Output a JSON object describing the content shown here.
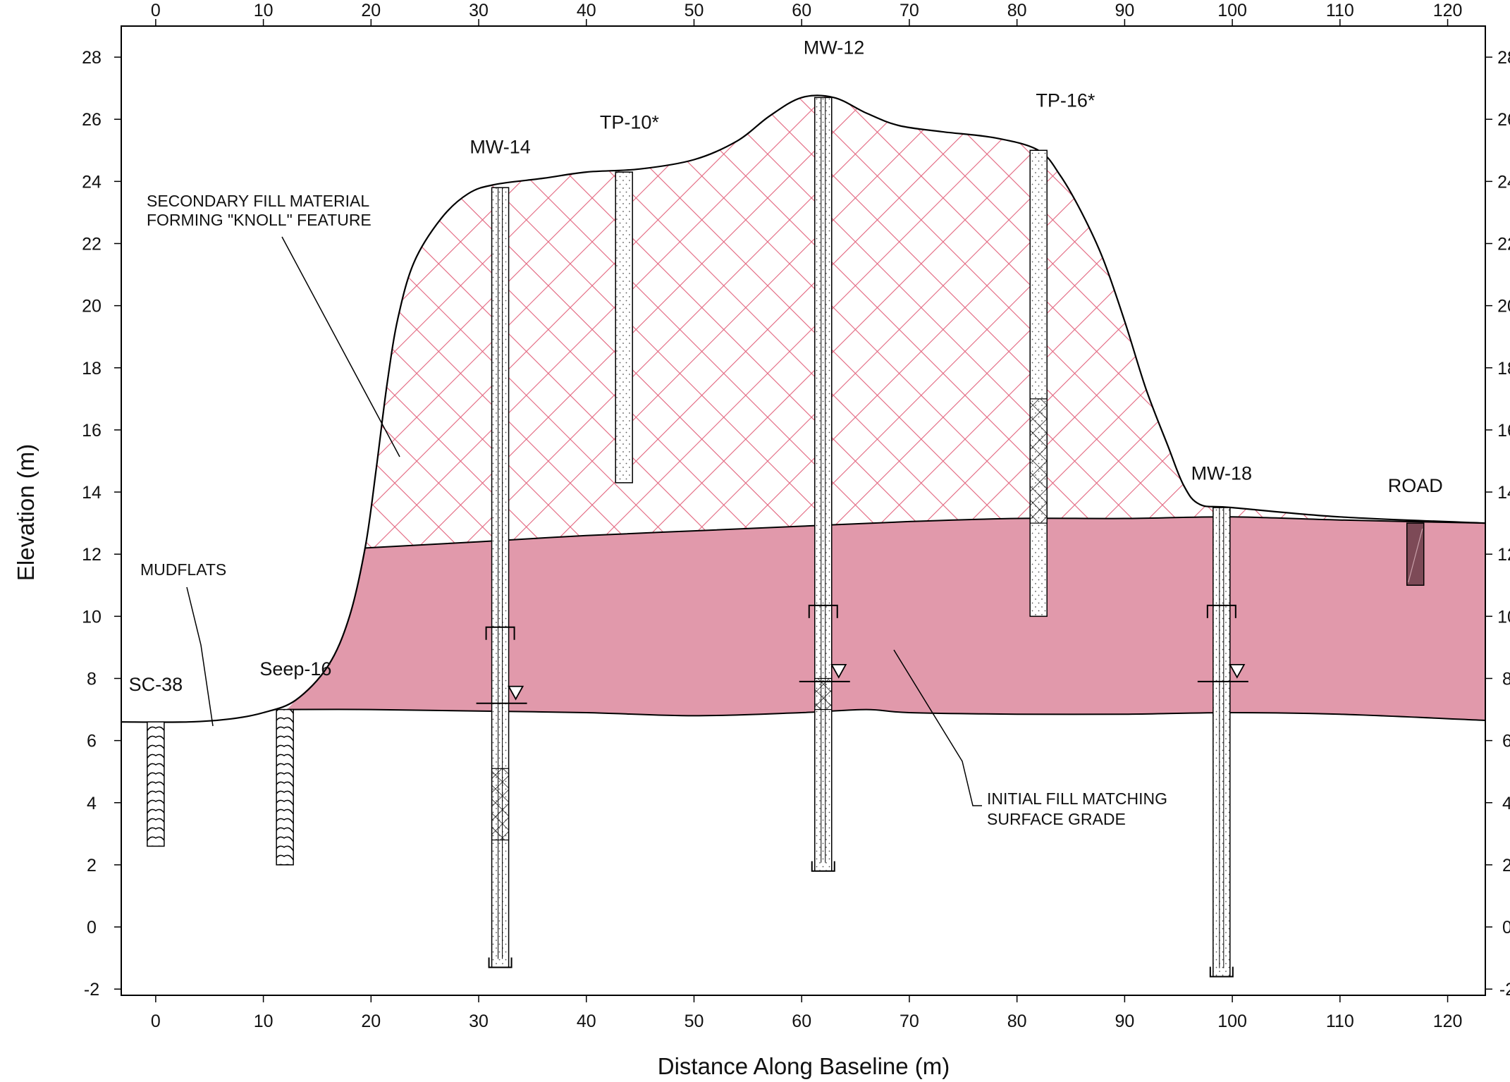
{
  "chart_data": {
    "type": "cross-section",
    "xlabel": "Distance Along Baseline (m)",
    "ylabel": "Elevation (m)",
    "xlim": [
      -3.2,
      123.5
    ],
    "ylim": [
      -2.2,
      29.0
    ],
    "x_ticks": [
      "0",
      "10",
      "20",
      "30",
      "40",
      "50",
      "60",
      "70",
      "80",
      "90",
      "100",
      "110",
      "120"
    ],
    "y_ticks": [
      "-2",
      "0",
      "2",
      "4",
      "6",
      "8",
      "10",
      "12",
      "14",
      "16",
      "18",
      "20",
      "22",
      "24",
      "26",
      "28"
    ],
    "colors": {
      "initial_fill": "#e199ab",
      "secondary_fill_hatch": "#e2667f",
      "road_block": "#7d4a57",
      "outline": "#000000"
    },
    "locations": [
      {
        "label": "SC-38",
        "x": 0
      },
      {
        "label": "Seep-16",
        "x": 12
      },
      {
        "label": "MW-14",
        "x": 32
      },
      {
        "label": "TP-10*",
        "x": 43.5
      },
      {
        "label": "MW-12",
        "x": 62
      },
      {
        "label": "TP-16*",
        "x": 82
      },
      {
        "label": "MW-18",
        "x": 99
      },
      {
        "label": "ROAD",
        "x": 117
      }
    ],
    "annotations": {
      "secondary_fill": [
        "SECONDARY FILL MATERIAL",
        "FORMING \"KNOLL\" FEATURE"
      ],
      "mudflats": "MUDFLATS",
      "initial_fill": [
        "INITIAL FILL MATCHING",
        "SURFACE GRADE"
      ]
    },
    "ground_surface": [
      [
        -3.2,
        6.6
      ],
      [
        3,
        6.6
      ],
      [
        7,
        6.7
      ],
      [
        10,
        6.9
      ],
      [
        13,
        7.3
      ],
      [
        16,
        8.4
      ],
      [
        18,
        10
      ],
      [
        19.5,
        12.3
      ],
      [
        20.5,
        14.8
      ],
      [
        21.5,
        17.5
      ],
      [
        22.5,
        19.6
      ],
      [
        24,
        21.4
      ],
      [
        26.5,
        22.8
      ],
      [
        29,
        23.6
      ],
      [
        31.5,
        23.9
      ],
      [
        36,
        24.1
      ],
      [
        40,
        24.3
      ],
      [
        45,
        24.4
      ],
      [
        50,
        24.7
      ],
      [
        54,
        25.3
      ],
      [
        57,
        26.1
      ],
      [
        60,
        26.7
      ],
      [
        63,
        26.7
      ],
      [
        66,
        26.2
      ],
      [
        69,
        25.8
      ],
      [
        73,
        25.6
      ],
      [
        78,
        25.4
      ],
      [
        82,
        25.0
      ],
      [
        84,
        24.2
      ],
      [
        86,
        23.0
      ],
      [
        88,
        21.5
      ],
      [
        90,
        19.5
      ],
      [
        92,
        17.3
      ],
      [
        94,
        15.5
      ],
      [
        95.5,
        14.2
      ],
      [
        97,
        13.6
      ],
      [
        100,
        13.5
      ],
      [
        110,
        13.2
      ],
      [
        123.5,
        13.0
      ]
    ],
    "initial_fill_top": [
      [
        19.5,
        12.2
      ],
      [
        30,
        12.4
      ],
      [
        40,
        12.6
      ],
      [
        50,
        12.75
      ],
      [
        60,
        12.9
      ],
      [
        70,
        13.05
      ],
      [
        80,
        13.15
      ],
      [
        90,
        13.15
      ],
      [
        100,
        13.2
      ],
      [
        110,
        13.1
      ],
      [
        123.5,
        13.0
      ]
    ],
    "initial_fill_base": [
      [
        12.2,
        7.0
      ],
      [
        20,
        7.0
      ],
      [
        30,
        6.95
      ],
      [
        40,
        6.9
      ],
      [
        50,
        6.8
      ],
      [
        60,
        6.9
      ],
      [
        66,
        7.0
      ],
      [
        70,
        6.9
      ],
      [
        80,
        6.85
      ],
      [
        90,
        6.85
      ],
      [
        100,
        6.9
      ],
      [
        110,
        6.85
      ],
      [
        123.5,
        6.65
      ]
    ],
    "boreholes": [
      {
        "label": "SC-38",
        "x": 0,
        "top": 6.6,
        "bottom": 2.6,
        "type": "sc"
      },
      {
        "label": "Seep-16",
        "x": 12,
        "top": 7.0,
        "bottom": 2.0,
        "type": "sc"
      },
      {
        "label": "MW-14",
        "x": 32,
        "top": 23.8,
        "bottom": -1.3,
        "type": "mw",
        "water_level": 7.2,
        "cross_interval": [
          2.8,
          5.1
        ]
      },
      {
        "label": "TP-10*",
        "x": 43.5,
        "top": 24.3,
        "bottom": 14.3,
        "type": "tp"
      },
      {
        "label": "MW-12",
        "x": 62,
        "top": 26.7,
        "bottom": 1.8,
        "type": "mw",
        "water_level": 7.9,
        "cross_interval": [
          7.0,
          8.0
        ]
      },
      {
        "label": "TP-16*",
        "x": 82,
        "top": 25.0,
        "bottom": 10.0,
        "type": "tp",
        "cross_interval": [
          13.0,
          17.0
        ]
      },
      {
        "label": "MW-18",
        "x": 99,
        "top": 13.5,
        "bottom": -1.6,
        "type": "mw",
        "water_level": 7.9
      },
      {
        "label": "ROAD",
        "x": 117,
        "top": 13.0,
        "bottom": 11.0,
        "type": "road"
      }
    ]
  }
}
